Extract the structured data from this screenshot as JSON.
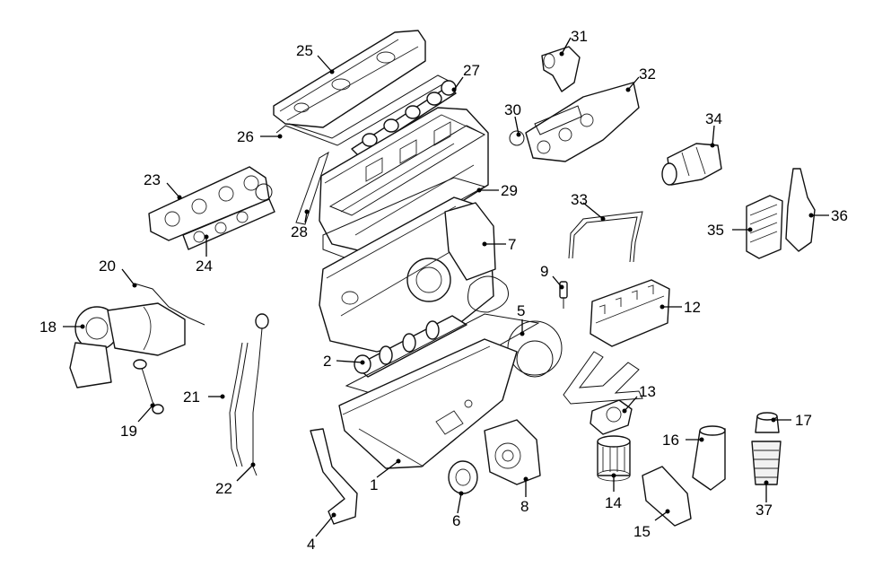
{
  "callouts": [
    {
      "id": "p1",
      "label": "1"
    },
    {
      "id": "p2",
      "label": "2"
    },
    {
      "id": "p4",
      "label": "4"
    },
    {
      "id": "p5",
      "label": "5"
    },
    {
      "id": "p6",
      "label": "6"
    },
    {
      "id": "p7",
      "label": "7"
    },
    {
      "id": "p8",
      "label": "8"
    },
    {
      "id": "p9",
      "label": "9"
    },
    {
      "id": "p12",
      "label": "12"
    },
    {
      "id": "p13",
      "label": "13"
    },
    {
      "id": "p14",
      "label": "14"
    },
    {
      "id": "p15",
      "label": "15"
    },
    {
      "id": "p16",
      "label": "16"
    },
    {
      "id": "p17",
      "label": "17"
    },
    {
      "id": "p18",
      "label": "18"
    },
    {
      "id": "p19",
      "label": "19"
    },
    {
      "id": "p20",
      "label": "20"
    },
    {
      "id": "p21",
      "label": "21"
    },
    {
      "id": "p22",
      "label": "22"
    },
    {
      "id": "p23",
      "label": "23"
    },
    {
      "id": "p24",
      "label": "24"
    },
    {
      "id": "p25",
      "label": "25"
    },
    {
      "id": "p26",
      "label": "26"
    },
    {
      "id": "p27",
      "label": "27"
    },
    {
      "id": "p28",
      "label": "28"
    },
    {
      "id": "p29",
      "label": "29"
    },
    {
      "id": "p30",
      "label": "30"
    },
    {
      "id": "p31",
      "label": "31"
    },
    {
      "id": "p32",
      "label": "32"
    },
    {
      "id": "p33",
      "label": "33"
    },
    {
      "id": "p34",
      "label": "34"
    },
    {
      "id": "p35",
      "label": "35"
    },
    {
      "id": "p36",
      "label": "36"
    },
    {
      "id": "p37",
      "label": "37"
    }
  ]
}
